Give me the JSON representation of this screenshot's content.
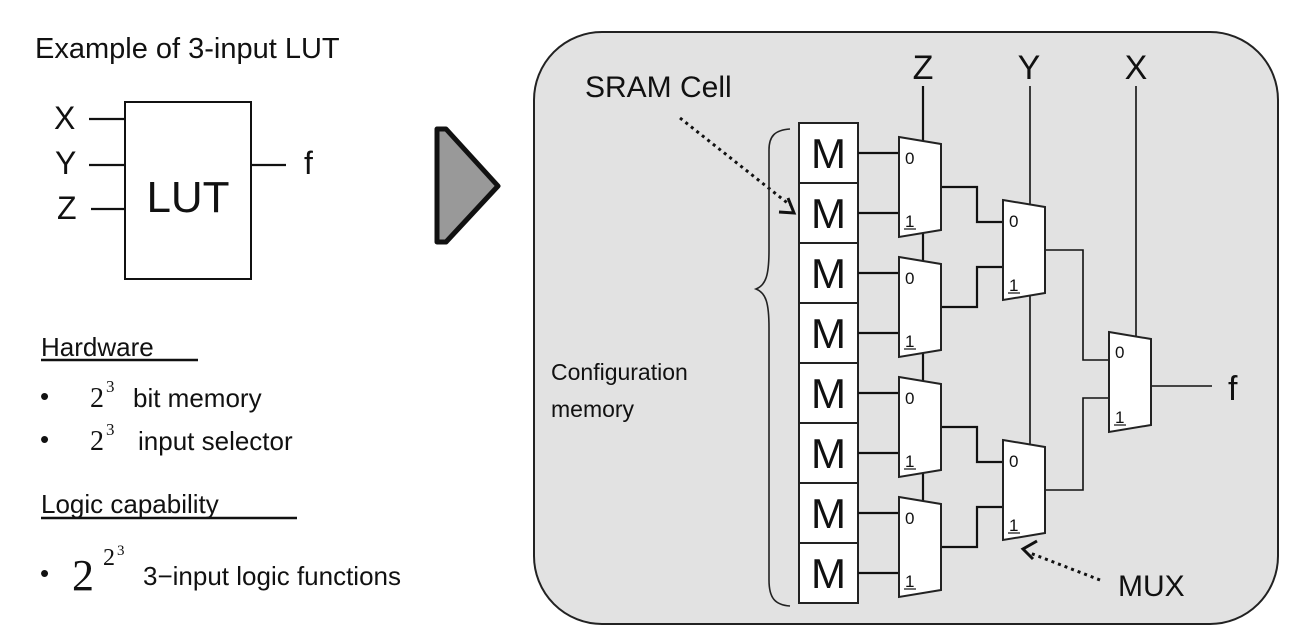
{
  "left": {
    "title": "Example of 3-input LUT",
    "lut_block": {
      "label": "LUT",
      "inputs": [
        "X",
        "Y",
        "Z"
      ],
      "output": "f"
    },
    "hardware": {
      "heading": "Hardware",
      "bullets": [
        {
          "base": "2",
          "exp": "3",
          "text": "bit memory"
        },
        {
          "base": "2",
          "exp": "3",
          "text": "input selector"
        }
      ]
    },
    "logic": {
      "heading": "Logic capability",
      "bullets": [
        {
          "base": "2",
          "exp1": "2",
          "exp2": "3",
          "text": "3−input logic functions"
        }
      ]
    },
    "bullet_char": "•"
  },
  "arrow": {
    "icon": "triangle-right-icon",
    "fill": "#999999"
  },
  "panel": {
    "fill": "#e2e2e2",
    "selectors": [
      "Z",
      "Y",
      "X"
    ],
    "output": "f",
    "sram_label": "SRAM Cell",
    "config_label_line1": "Configuration",
    "config_label_line2": "memory",
    "mux_label": "MUX",
    "memory_cells": [
      "M",
      "M",
      "M",
      "M",
      "M",
      "M",
      "M",
      "M"
    ],
    "mux_input_labels": [
      "0",
      "1"
    ]
  }
}
